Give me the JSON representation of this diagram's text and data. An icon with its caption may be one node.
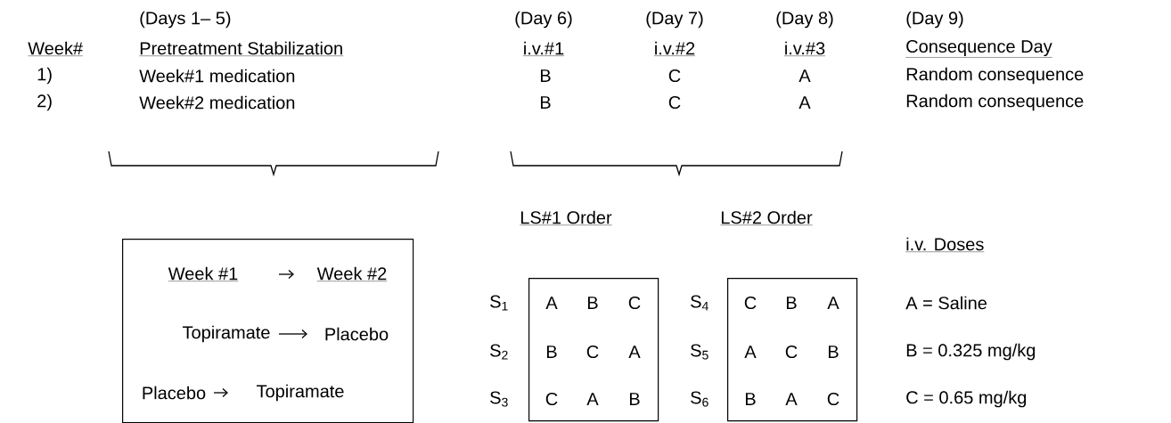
{
  "diagram": {
    "nodes": [
      {
        "text": [
          "Week #1",
          "Week #2",
          "Topiramate",
          "Placebo",
          "Placebo",
          "Topiramate"
        ]
      },
      {
        "text": [
          "A",
          "B",
          "C",
          "B",
          "C",
          "A",
          "C",
          "A",
          "B"
        ],
        "beside": [
          "LS#1 Order",
          "S$_{1}$",
          "S$_{2}$",
          "S$_{3}$"
        ]
      },
      {
        "text": [
          "C",
          "B",
          "A",
          "A",
          "C",
          "B",
          "B",
          "A",
          "C"
        ],
        "beside": [
          "LS#2 Order",
          "S$_{4}$",
          "S$_{5}$",
          "S$_{6}$"
        ]
      }
    ],
    "labels": [
      "(Days 1– 5)",
      "(Day 6)",
      "(Day 7)",
      "(Day 8)",
      "(Day 9)",
      "Week#",
      "Pretreatment Stabilization",
      "i.v.#1",
      "i.v.#2",
      "i.v.#3",
      "Consequence Day",
      "1)",
      "Week#1 medication",
      "B",
      "C",
      "A",
      "Random consequence",
      "2)",
      "Week#2 medication",
      "B",
      "C",
      "A",
      "Random consequence",
      "i.v. Doses",
      "A = Saline",
      "B = 0.325 mg/kg",
      "C = 0.65 mg/kg"
    ]
  }
}
